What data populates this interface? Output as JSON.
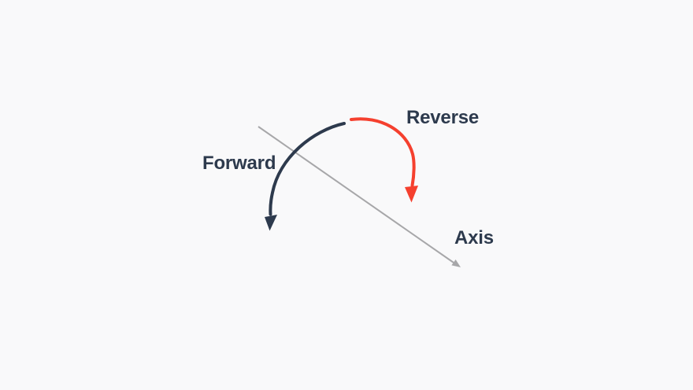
{
  "diagram": {
    "labels": {
      "forward": "Forward",
      "reverse": "Reverse",
      "axis": "Axis"
    },
    "colors": {
      "forward_arrow": "#2d3a4d",
      "reverse_arrow": "#f5402e",
      "axis_line": "#a7a7a9",
      "label_text": "#2d3a4d",
      "background": "#f9f9fa"
    }
  }
}
